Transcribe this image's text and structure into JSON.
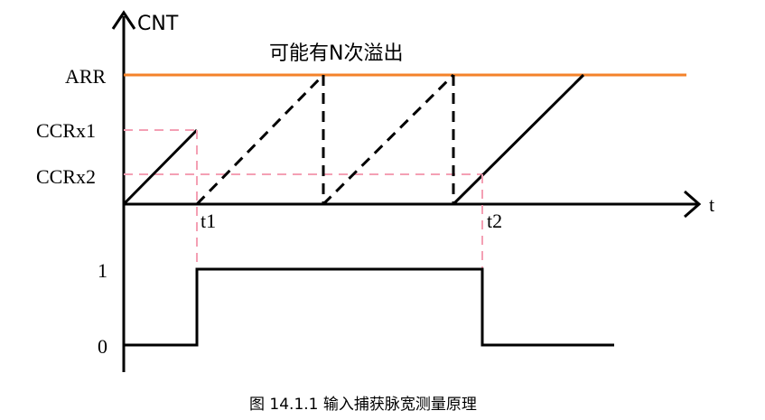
{
  "diagram": {
    "y_axis_label": "CNT",
    "x_axis_label": "t",
    "annotation": "可能有N次溢出",
    "levels": {
      "arr": "ARR",
      "ccrx1": "CCRx1",
      "ccrx2": "CCRx2"
    },
    "time_marks": {
      "t1": "t1",
      "t2": "t2"
    },
    "signal_levels": {
      "high": "1",
      "low": "0"
    },
    "colors": {
      "arr_line": "#f4822a",
      "guide_lines": "#f4a0b4",
      "counter": "#000000"
    }
  },
  "caption": "图 14.1.1  输入捕获脉宽测量原理"
}
